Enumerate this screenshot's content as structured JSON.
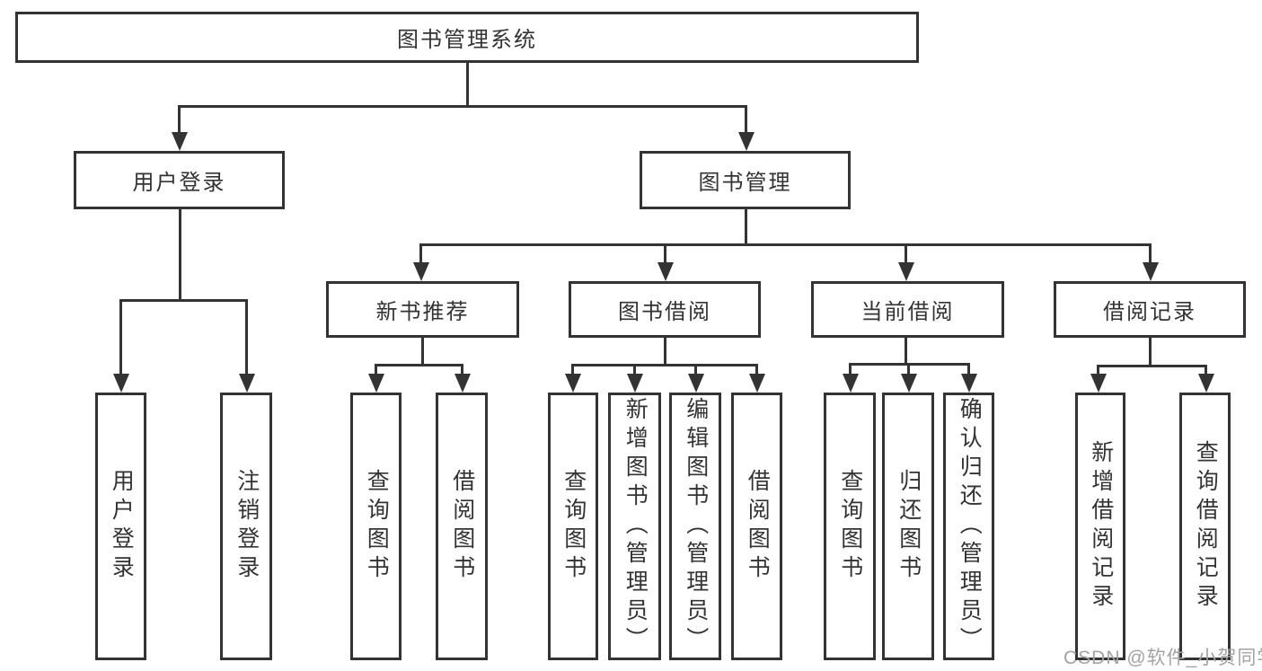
{
  "diagram_title": "图书管理系统",
  "tree": {
    "root": {
      "label": "图书管理系统",
      "children": [
        {
          "label": "用户登录",
          "children": [
            {
              "label": "用户登录"
            },
            {
              "label": "注销登录"
            }
          ]
        },
        {
          "label": "图书管理",
          "children": [
            {
              "label": "新书推荐",
              "children": [
                {
                  "label": "查询图书"
                },
                {
                  "label": "借阅图书"
                }
              ]
            },
            {
              "label": "图书借阅",
              "children": [
                {
                  "label": "查询图书"
                },
                {
                  "label": "新增图书（管理员）"
                },
                {
                  "label": "编辑图书（管理员）"
                },
                {
                  "label": "借阅图书"
                }
              ]
            },
            {
              "label": "当前借阅",
              "children": [
                {
                  "label": "查询图书"
                },
                {
                  "label": "归还图书"
                },
                {
                  "label": "确认归还（管理员）"
                }
              ]
            },
            {
              "label": "借阅记录",
              "children": [
                {
                  "label": "新增借阅记录"
                },
                {
                  "label": "查询借阅记录"
                }
              ]
            }
          ]
        }
      ]
    }
  },
  "watermark": {
    "text": "CSDN @软件_小贺同学"
  },
  "colors": {
    "border": "#333333",
    "text": "#333333",
    "line": "#333333",
    "watermark": "#a3a3a3",
    "background": "#ffffff"
  }
}
